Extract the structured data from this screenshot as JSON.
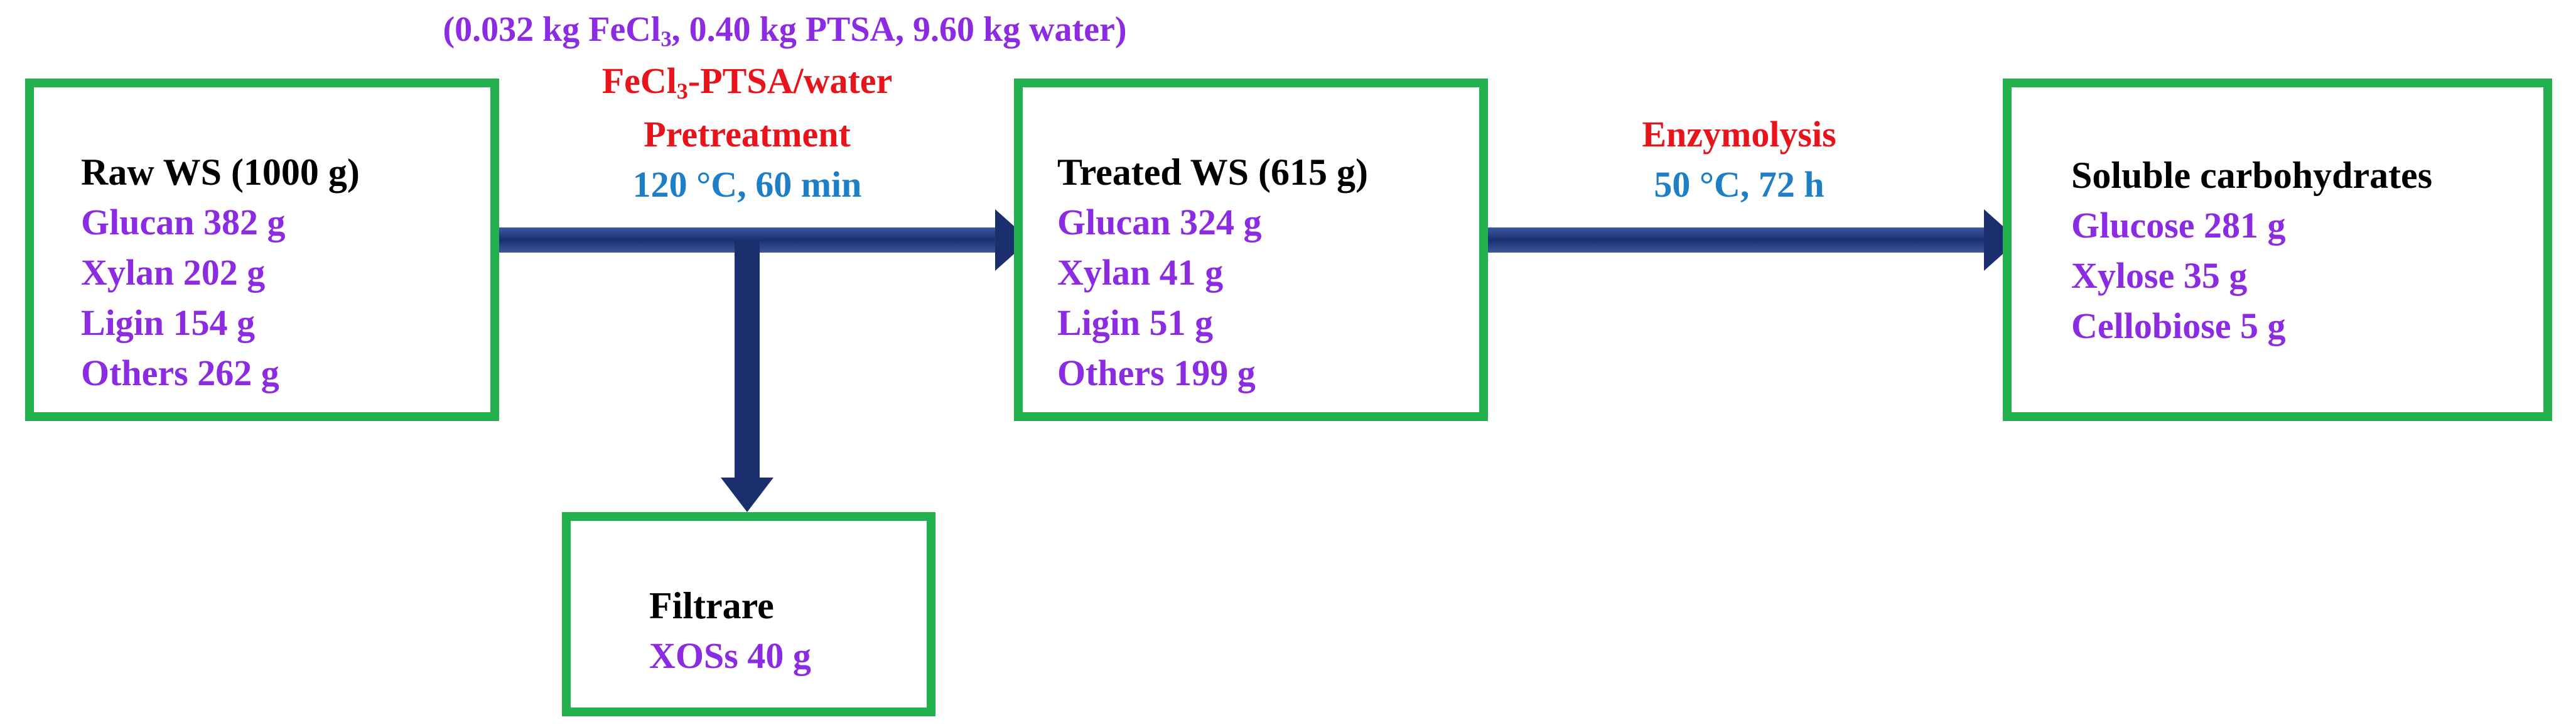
{
  "diagram": {
    "top_conditions": {
      "open_paren": "(",
      "fecl_prefix": "0.032 kg FeCl",
      "fecl_sub": "3",
      "rest": ", 0.40 kg PTSA, 9.60 kg water",
      "close_paren": ")"
    },
    "pretreatment": {
      "name_prefix": "FeCl",
      "name_sub": "3",
      "name_suffix": "-PTSA/water",
      "name_line2": "Pretreatment",
      "conditions": "120 °C, 60 min"
    },
    "enzymolysis": {
      "name": "Enzymolysis",
      "conditions": "50 °C, 72 h"
    },
    "raw_ws": {
      "title": "Raw WS (1000 g)",
      "items": [
        "Glucan 382 g",
        "Xylan 202 g",
        "Ligin 154 g",
        "Others 262 g"
      ]
    },
    "treated_ws": {
      "title": "Treated WS (615 g)",
      "items": [
        "Glucan 324 g",
        "Xylan 41 g",
        "Ligin 51 g",
        "Others 199 g"
      ]
    },
    "soluble": {
      "title": "Soluble carbohydrates",
      "items": [
        "Glucose 281 g",
        "Xylose 35 g",
        "Cellobiose 5 g"
      ]
    },
    "filtrate": {
      "title": "Filtrare",
      "items": [
        "XOSs 40 g"
      ]
    },
    "colors": {
      "box_border": "#22b14c",
      "arrow": "#1b2f6e",
      "item_text": "#8b2be2",
      "process_name": "#e8141c",
      "conditions": "#1f7fc6"
    }
  }
}
